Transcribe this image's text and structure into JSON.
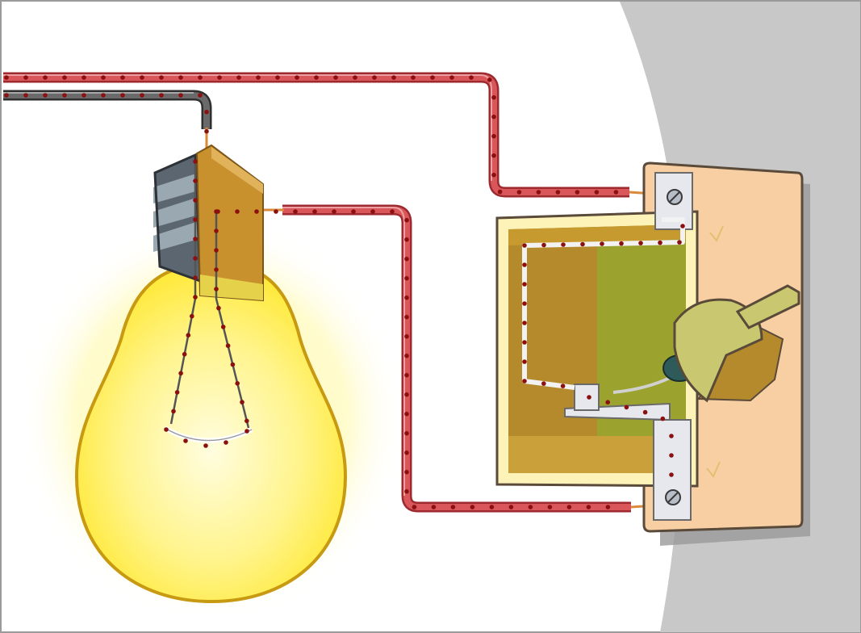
{
  "diagram": {
    "components": [
      {
        "id": "light-bulb",
        "icon": "light-bulb-icon"
      },
      {
        "id": "light-switch",
        "icon": "toggle-switch-icon"
      },
      {
        "id": "supply-wire-live"
      },
      {
        "id": "supply-wire-neutral"
      },
      {
        "id": "switch-return-wire"
      }
    ],
    "electron_flow": {
      "animated_dots": true,
      "dot_color": "#8b1010"
    },
    "colors": {
      "wire_live": "#c0393d",
      "wire_live_highlight": "#e8a3a3",
      "wire_neutral": "#555555",
      "copper": "#d98a3a",
      "bulb_glow": "#fff9b0",
      "bulb_glass": "#fff45a",
      "bulb_outline": "#c79a12",
      "socket": "#c9902e",
      "switch_cover": "#f8cfa2",
      "switch_box": "#b58a2c",
      "wall": "#c8c8c8"
    }
  }
}
